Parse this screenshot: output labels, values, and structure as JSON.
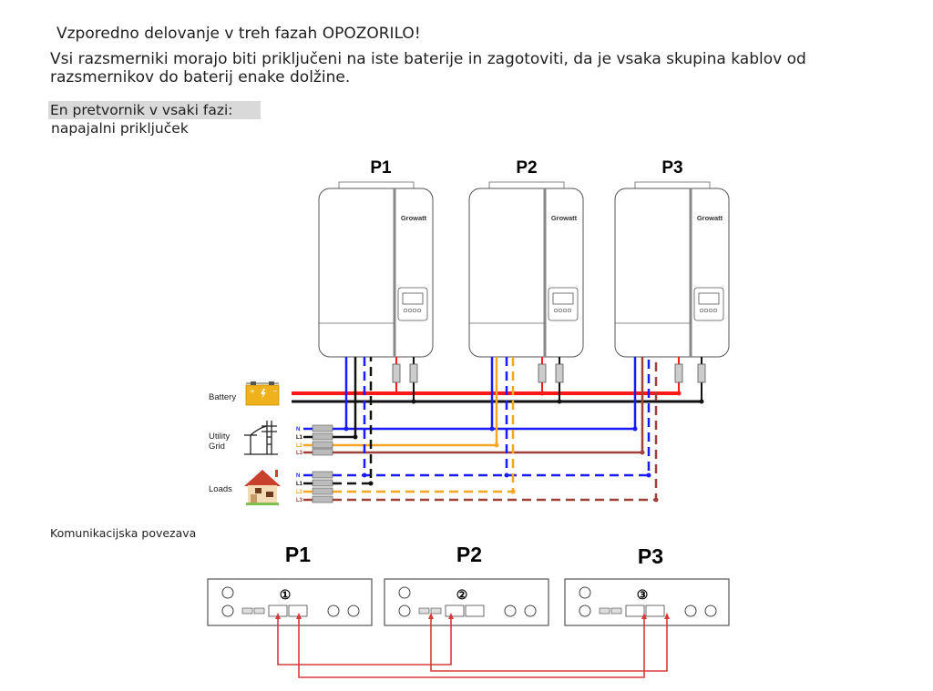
{
  "header": {
    "title": "Vzporedno delovanje v treh fazah OPOZORILO!",
    "warning_line1": "Vsi razsmerniki morajo biti priključeni na iste baterije in zagotoviti, da je vsaka skupina kablov od",
    "warning_line2": "razsmernikov do baterij enake dolžine.",
    "subtitle_highlight": "En pretvornik v vsaki fazi:",
    "subtitle": "napajalni priključek"
  },
  "power_diagram": {
    "inverters": [
      {
        "label": "P1",
        "brand": "Growatt"
      },
      {
        "label": "P2",
        "brand": "Growatt"
      },
      {
        "label": "P3",
        "brand": "Growatt"
      }
    ],
    "sources": {
      "battery": "Battery",
      "utility_line1": "Utility",
      "utility_line2": "Grid",
      "loads": "Loads"
    },
    "phase_labels": [
      "N",
      "L1",
      "L2",
      "L3"
    ]
  },
  "communication": {
    "heading": "Komunikacijska povezava",
    "panels": [
      {
        "label": "P1",
        "number": "①"
      },
      {
        "label": "P2",
        "number": "②"
      },
      {
        "label": "P3",
        "number": "③"
      }
    ]
  },
  "colors": {
    "red": "#ff1a1a",
    "black": "#111111",
    "blue": "#1a1aff",
    "orange": "#f5a623",
    "brown": "#a0403a",
    "comm_red": "#d83a3a",
    "battery": "#f0b21c"
  }
}
